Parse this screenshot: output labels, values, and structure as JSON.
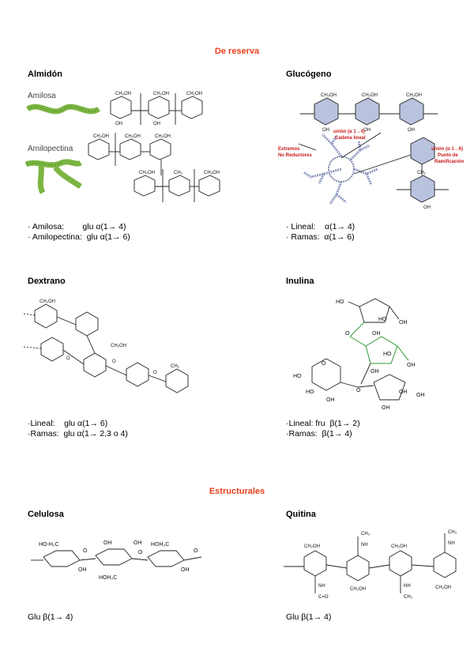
{
  "sections": {
    "reserva": "De reserva",
    "estructurales": "Estructurales"
  },
  "panels": {
    "almidon": {
      "title": "Almidón",
      "label_amilosa": "Amilosa",
      "label_amilopectina": "Amilopectina",
      "line1": "· Amilosa:        glu α(1→ 4)",
      "line2": "· Amilopectina:  glu α(1→ 6)"
    },
    "glucogeno": {
      "title": "Glucógeno",
      "ann_cadena": "unión (α 1→4)\nCadena lineal",
      "ann_extremos": "Extremos\nNo Reductores",
      "ann_ramif": "unión (α 1→6)\nPunto de\nRamificación",
      "line1": "· Lineal:    α(1→ 4)",
      "line2": "· Ramas:  α(1→ 6)"
    },
    "dextrano": {
      "title": "Dextrano",
      "line1": "·Lineal:    glu α(1→ 6)",
      "line2": "·Ramas:  glu α(1→ 2,3 o 4)"
    },
    "inulina": {
      "title": "Inulina",
      "line1": "·Lineal: fru  β(1→ 2)",
      "line2": "·Ramas:  β(1→ 4)"
    },
    "celulosa": {
      "title": "Celulosa",
      "line1": "Glu β(1→ 4)"
    },
    "quitina": {
      "title": "Quitina",
      "line1": "Glu β(1→ 4)"
    }
  },
  "colors": {
    "section_title": "#e8401c",
    "helix": "#7bb542",
    "glycogen_ring": "#b9c3de",
    "annotation_red": "#c81818",
    "inulin_green": "#2f9a36"
  }
}
